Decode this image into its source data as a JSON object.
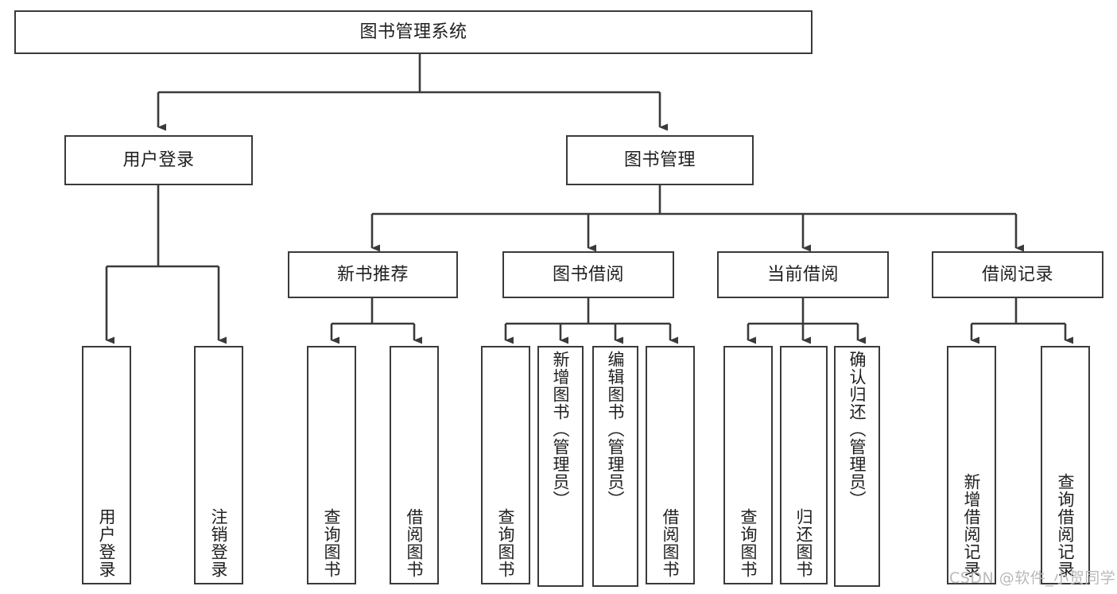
{
  "diagram": {
    "title": "图书管理系统",
    "type": "hierarchy-tree",
    "root": {
      "label": "图书管理系统"
    },
    "level2": [
      {
        "label": "用户登录"
      },
      {
        "label": "图书管理"
      }
    ],
    "level3": [
      {
        "label": "新书推荐"
      },
      {
        "label": "图书借阅"
      },
      {
        "label": "当前借阅"
      },
      {
        "label": "借阅记录"
      }
    ],
    "leaves": {
      "user_login": [
        {
          "label": "用户登录"
        },
        {
          "label": "注销登录"
        }
      ],
      "new_book_recommend": [
        {
          "label": "查询图书"
        },
        {
          "label": "借阅图书"
        }
      ],
      "book_borrow": [
        {
          "label": "查询图书"
        },
        {
          "label": "新增图书（管理员）"
        },
        {
          "label": "编辑图书（管理员）"
        },
        {
          "label": "借阅图书"
        }
      ],
      "current_borrow": [
        {
          "label": "查询图书"
        },
        {
          "label": "归还图书"
        },
        {
          "label": "确认归还（管理员）"
        }
      ],
      "borrow_record": [
        {
          "label": "新增借阅记录"
        },
        {
          "label": "查询借阅记录"
        }
      ]
    }
  },
  "watermark": {
    "text": "CSDN @软件_小贺同学"
  },
  "colors": {
    "stroke": "#3a3a3a",
    "background": "#ffffff",
    "text": "#1f1f1f",
    "watermark": "#b9b9b9"
  }
}
